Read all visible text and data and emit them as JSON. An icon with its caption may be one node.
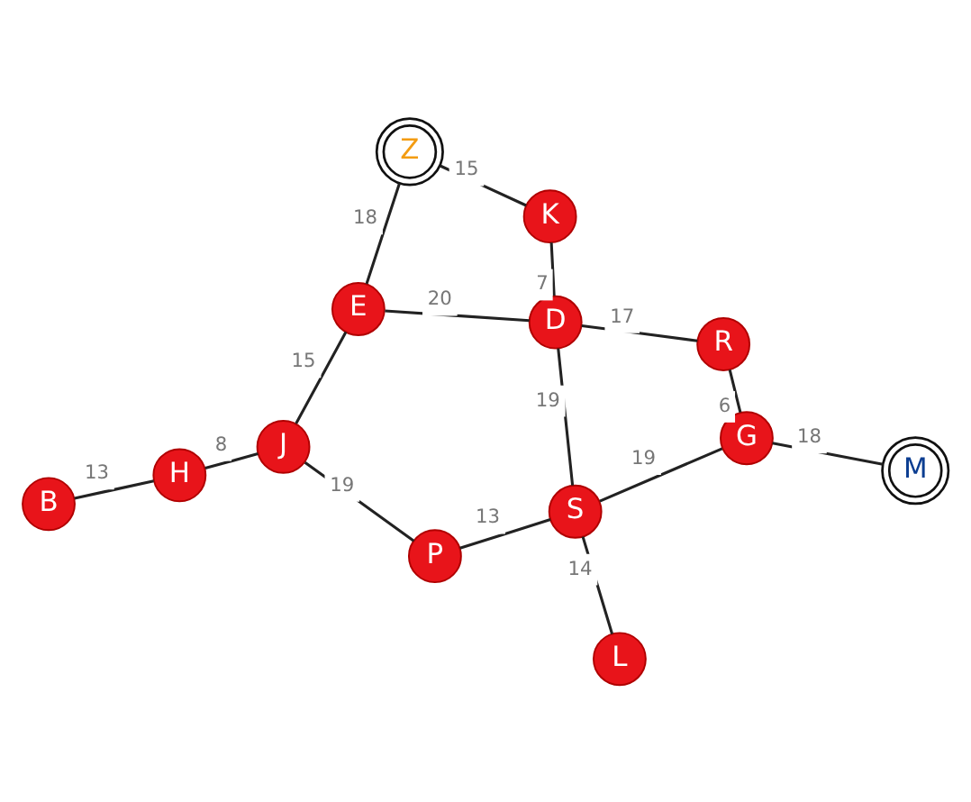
{
  "diagram": {
    "nodes": [
      {
        "text": [
          "B"
        ]
      },
      {
        "text": [
          "H"
        ]
      },
      {
        "text": [
          "J"
        ]
      },
      {
        "text": [
          "Z"
        ]
      },
      {
        "text": [
          "K"
        ]
      },
      {
        "text": [
          "E"
        ]
      },
      {
        "text": [
          "P"
        ]
      },
      {
        "text": [
          "L"
        ]
      },
      {
        "text": [
          "S"
        ]
      },
      {
        "text": [
          "D"
        ]
      },
      {
        "text": [
          "R"
        ]
      },
      {
        "text": [
          "G"
        ]
      },
      {
        "text": [
          "M"
        ]
      }
    ],
    "edges": [
      {
        "from": 0,
        "to": 1,
        "arrow": "none",
        "label": "13"
      },
      {
        "from": 1,
        "to": 2,
        "arrow": "none",
        "label": "8"
      },
      {
        "from": 2,
        "to": 5,
        "arrow": "none",
        "label": "15"
      },
      {
        "from": 2,
        "to": 6,
        "arrow": "none",
        "label": "19"
      },
      {
        "from": 5,
        "to": 3,
        "arrow": "none",
        "label": "18"
      },
      {
        "from": 3,
        "to": 4,
        "arrow": "none",
        "label": "15"
      },
      {
        "from": 4,
        "to": 9,
        "arrow": "none",
        "label": "7"
      },
      {
        "from": 5,
        "to": 9,
        "arrow": "none",
        "label": "20"
      },
      {
        "from": 6,
        "to": 8,
        "arrow": "none",
        "label": "13"
      },
      {
        "from": 7,
        "to": 8,
        "arrow": "none",
        "label": "14"
      },
      {
        "from": 8,
        "to": 9,
        "arrow": "none",
        "label": "19"
      },
      {
        "from": 9,
        "to": 10,
        "arrow": "none",
        "label": "17"
      },
      {
        "from": 8,
        "to": 11,
        "arrow": "none",
        "label": "19"
      },
      {
        "from": 11,
        "to": 10,
        "arrow": "none",
        "label": "6"
      },
      {
        "from": 12,
        "to": 11,
        "arrow": "none",
        "label": "18"
      }
    ]
  }
}
